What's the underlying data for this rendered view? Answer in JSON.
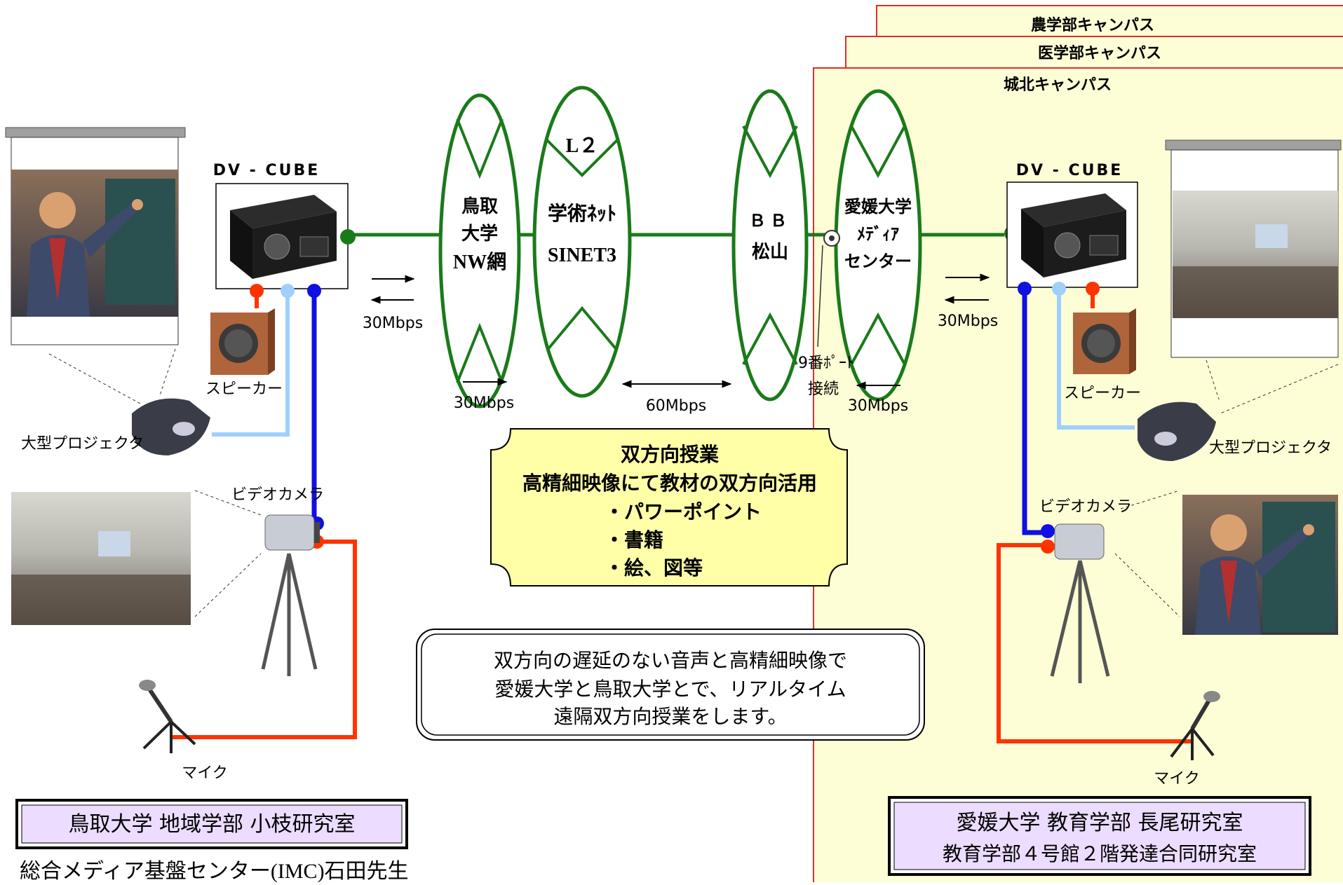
{
  "campus": {
    "agri": "農学部キャンパス",
    "medical": "医学部キャンパス",
    "johoku": "城北キャンパス"
  },
  "left": {
    "device": "DV - CUBE",
    "speaker": "スピーカー",
    "projector": "大型プロジェクタ",
    "camera": "ビデオカメラ",
    "mic": "マイク",
    "lab": "鳥取大学 地域学部 小枝研究室",
    "teacher": "総合メディア基盤センター(IMC)石田先生"
  },
  "right": {
    "device": "DV - CUBE",
    "speaker": "スピーカー",
    "projector": "大型プロジェクタ",
    "camera": "ビデオカメラ",
    "mic": "マイク",
    "lab_line1": "愛媛大学 教育学部 長尾研究室",
    "lab_line2": "教育学部４号館２階発達合同研究室"
  },
  "network": {
    "tottori": [
      "鳥取",
      "大学",
      "NW網"
    ],
    "l2": "L２",
    "sinet": [
      "学術ﾈｯﾄ",
      "SINET3"
    ],
    "bb": [
      "ＢＢ",
      "松山"
    ],
    "ehime": [
      "愛媛大学",
      "ﾒﾃﾞｨｱ",
      "センター"
    ],
    "port": [
      "9番ﾎﾟｰﾄ",
      "接続"
    ]
  },
  "speeds": {
    "left_device": "30Mbps",
    "left_lower": "30Mbps",
    "middle": "60Mbps",
    "right_lower": "30Mbps",
    "right_device": "30Mbps"
  },
  "feature_box": {
    "title": "双方向授業",
    "subtitle": "高精細映像にて教材の双方向活用",
    "items": [
      "・パワーポイント",
      "・書籍",
      "・絵、図等"
    ]
  },
  "summary": [
    "双方向の遅延のない音声と高精細映像で",
    "愛媛大学と鳥取大学とで、リアルタイム",
    "遠隔双方向授業をします。"
  ],
  "colors": {
    "network_green": "#1a7a1a",
    "campus_fill": "#fefed6",
    "campus_border": "#d83030",
    "audio_red": "#ff3300",
    "video_blue": "#1010e0",
    "projector_lightblue": "#9fcfff",
    "lab_fill": "#ecdcff",
    "feature_fill": "#ffffa8"
  }
}
